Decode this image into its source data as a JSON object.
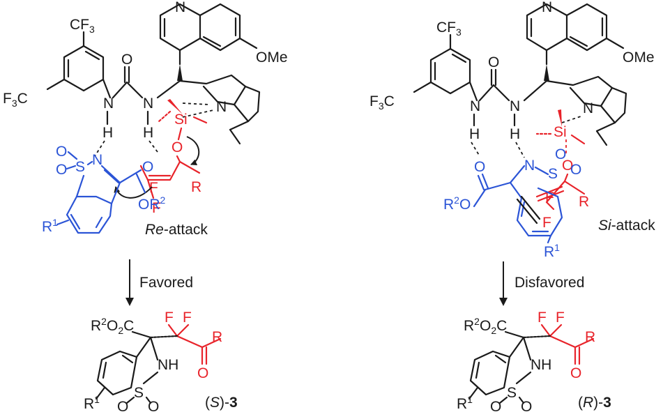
{
  "left": {
    "cf3_top": "CF3",
    "cf3_left": "F3C",
    "quinoline_n": "N",
    "ome": "OMe",
    "urea_o": "O",
    "urea_n1": "N",
    "urea_n2": "N",
    "h1": "H",
    "h2": "H",
    "quinuclidine_n": "N",
    "si": "Si",
    "enolate_o": "O",
    "sulfonyl_o1": "O",
    "sulfonyl_s": "S",
    "sulfonyl_o2": "O",
    "imine_n": "N",
    "ester_o": "O",
    "ester_or": "OR",
    "ester_sup": "2",
    "f1": "F",
    "f2": "F",
    "r": "R",
    "r1": "R",
    "r1_sup": "1",
    "attack_label_italic": "Re",
    "attack_label_rest": "-attack",
    "arrow_label": "Favored",
    "product_ester": "R",
    "product_ester_sup": "2",
    "product_ester_rest": "O",
    "product_ester_sub": "2",
    "product_ester_c": "C",
    "product_f1": "F",
    "product_f2": "F",
    "product_r": "R",
    "product_o": "O",
    "product_nh": "NH",
    "product_s": "S",
    "product_so1": "O",
    "product_so2": "O",
    "product_r1": "R",
    "product_r1_sup": "1",
    "product_label_open": "(",
    "product_label_config": "S",
    "product_label_close": ")-",
    "product_label_num": "3"
  },
  "right": {
    "cf3_top": "CF3",
    "cf3_left": "F3C",
    "quinoline_n": "N",
    "ome": "OMe",
    "urea_o": "O",
    "urea_n1": "N",
    "urea_n2": "N",
    "h1": "H",
    "h2": "H",
    "quinuclidine_n": "N",
    "si": "Si",
    "ester_o": "O",
    "imine_n": "N",
    "sulfonyl_s": "S",
    "sulfonyl_o1": "O",
    "sulfonyl_o2": "O",
    "enolate_o": "O",
    "ester_or": "R",
    "ester_sup": "2",
    "ester_o2": "O",
    "f1": "F",
    "f2": "F",
    "r": "R",
    "r1": "R",
    "r1_sup": "1",
    "attack_label_italic": "Si",
    "attack_label_rest": "-attack",
    "arrow_label": "Disfavored",
    "product_ester": "R",
    "product_ester_sup": "2",
    "product_ester_rest": "O",
    "product_ester_sub": "2",
    "product_ester_c": "C",
    "product_f1": "F",
    "product_f2": "F",
    "product_r": "R",
    "product_o": "O",
    "product_nh": "NH",
    "product_s": "S",
    "product_so1": "O",
    "product_so2": "O",
    "product_r1": "R",
    "product_r1_sup": "1",
    "product_label_open": "(",
    "product_label_config": "R",
    "product_label_close": ")-",
    "product_label_num": "3"
  },
  "colors": {
    "black": "#1a1a1a",
    "blue": "#2b54d6",
    "red": "#e8232a"
  }
}
